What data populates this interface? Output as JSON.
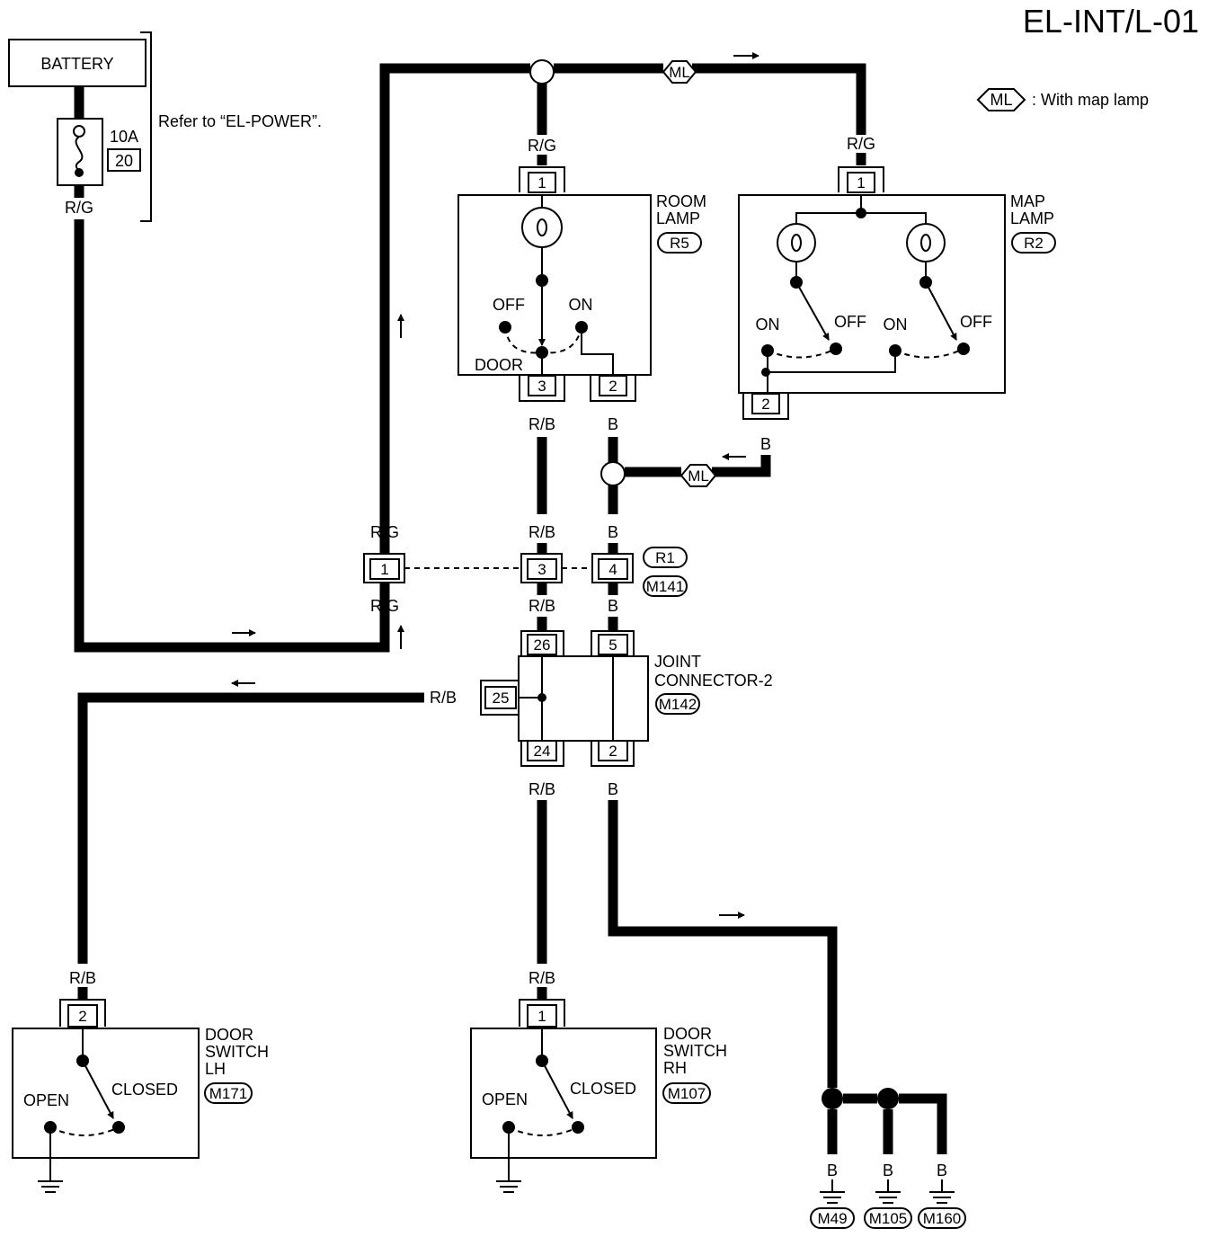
{
  "page_code": "EL-INT/L-01",
  "legend": {
    "tag": "ML",
    "text": ": With map lamp"
  },
  "battery": {
    "label": "BATTERY"
  },
  "fuse": {
    "rating": "10A",
    "number": "20"
  },
  "power_reference": "Refer to “EL-POWER”.",
  "wire_colors": {
    "rg": "R/G",
    "rb": "R/B",
    "b": "B"
  },
  "room_lamp": {
    "name_line1": "ROOM",
    "name_line2": "LAMP",
    "connector": "R5",
    "switch_off": "OFF",
    "switch_on": "ON",
    "switch_door": "DOOR",
    "pin_top": "1",
    "pin_left": "3",
    "pin_right": "2"
  },
  "map_lamp": {
    "name_line1": "MAP",
    "name_line2": "LAMP",
    "connector": "R2",
    "on_left": "ON",
    "off_left": "OFF",
    "on_right": "ON",
    "off_right": "OFF",
    "pin_top": "1",
    "pin_bottom": "2"
  },
  "option_tag": "ML",
  "harness_connector": {
    "codes": [
      "R1",
      "M141"
    ],
    "pins": [
      "1",
      "3",
      "4"
    ]
  },
  "joint_connector": {
    "name_line1": "JOINT",
    "name_line2": "CONNECTOR-2",
    "connector": "M142",
    "pin_tl": "26",
    "pin_tr": "5",
    "pin_side": "25",
    "pin_bl": "24",
    "pin_br": "2"
  },
  "door_switch_lh": {
    "name_line1": "DOOR",
    "name_line2": "SWITCH",
    "name_line3": "LH",
    "connector": "M171",
    "open": "OPEN",
    "closed": "CLOSED",
    "pin": "2"
  },
  "door_switch_rh": {
    "name_line1": "DOOR",
    "name_line2": "SWITCH",
    "name_line3": "RH",
    "connector": "M107",
    "open": "OPEN",
    "closed": "CLOSED",
    "pin": "1"
  },
  "grounds": [
    "M49",
    "M105",
    "M160"
  ]
}
